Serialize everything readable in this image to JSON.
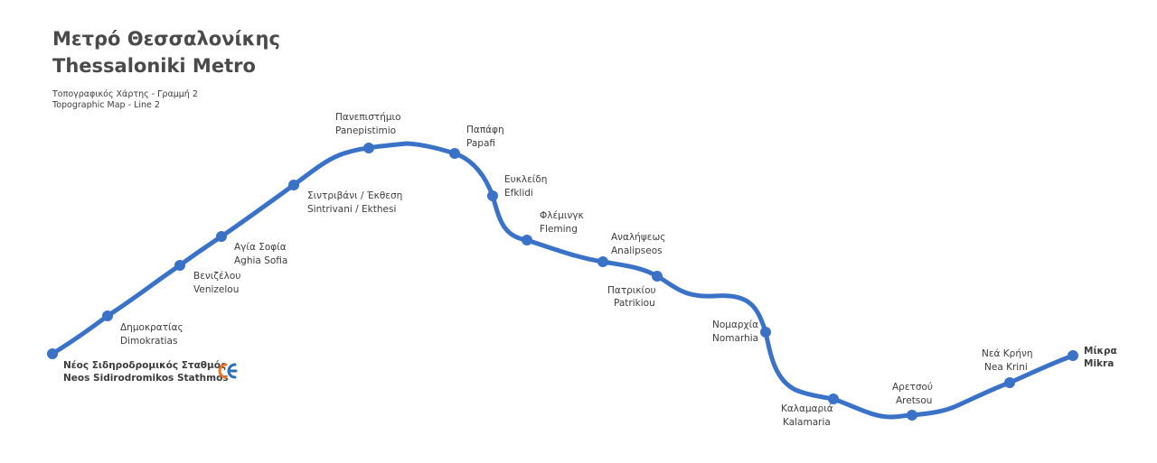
{
  "title_greek": "Μετρό Θεσσαλονίκης",
  "title_latin": "Thessaloniki Metro",
  "subtitle_greek": "Τοπογραφικός Χάρτης - Γραμμή 2",
  "subtitle_latin": "Topographic Map - Line 2",
  "line_color": "#3a72c8",
  "logo_colors": {
    "left": "#e8762c",
    "right": "#2a6fb8"
  },
  "stations": [
    {
      "greek": "Νέος Σιδηροδρομικός Σταθμός",
      "latin": "Neos Sidirodromikos Stathmos",
      "terminus": true,
      "logo": "ose-railway-logo"
    },
    {
      "greek": "Δημοκρατίας",
      "latin": "Dimokratias"
    },
    {
      "greek": "Βενιζέλου",
      "latin": "Venizelou"
    },
    {
      "greek": "Αγία Σοφία",
      "latin": "Aghia Sofia"
    },
    {
      "greek": "Σιντριβάνι / Έκθεση",
      "latin": "Sintrivani / Ekthesi"
    },
    {
      "greek": "Πανεπιστήμιο",
      "latin": "Panepistimio"
    },
    {
      "greek": "Παπάφη",
      "latin": "Papafi"
    },
    {
      "greek": "Ευκλείδη",
      "latin": "Efklidi"
    },
    {
      "greek": "Φλέμινγκ",
      "latin": "Fleming"
    },
    {
      "greek": "Αναλήψεως",
      "latin": "Analipseos"
    },
    {
      "greek": "Πατρικίου",
      "latin": "Patrikiou"
    },
    {
      "greek": "Νομαρχία",
      "latin": "Nomarhia"
    },
    {
      "greek": "Καλαμαριά",
      "latin": "Kalamaria"
    },
    {
      "greek": "Αρετσού",
      "latin": "Aretsou"
    },
    {
      "greek": "Νεά Κρήνη",
      "latin": "Nea Krini"
    },
    {
      "greek": "Μίκρα",
      "latin": "Mikra",
      "terminus": true
    }
  ]
}
